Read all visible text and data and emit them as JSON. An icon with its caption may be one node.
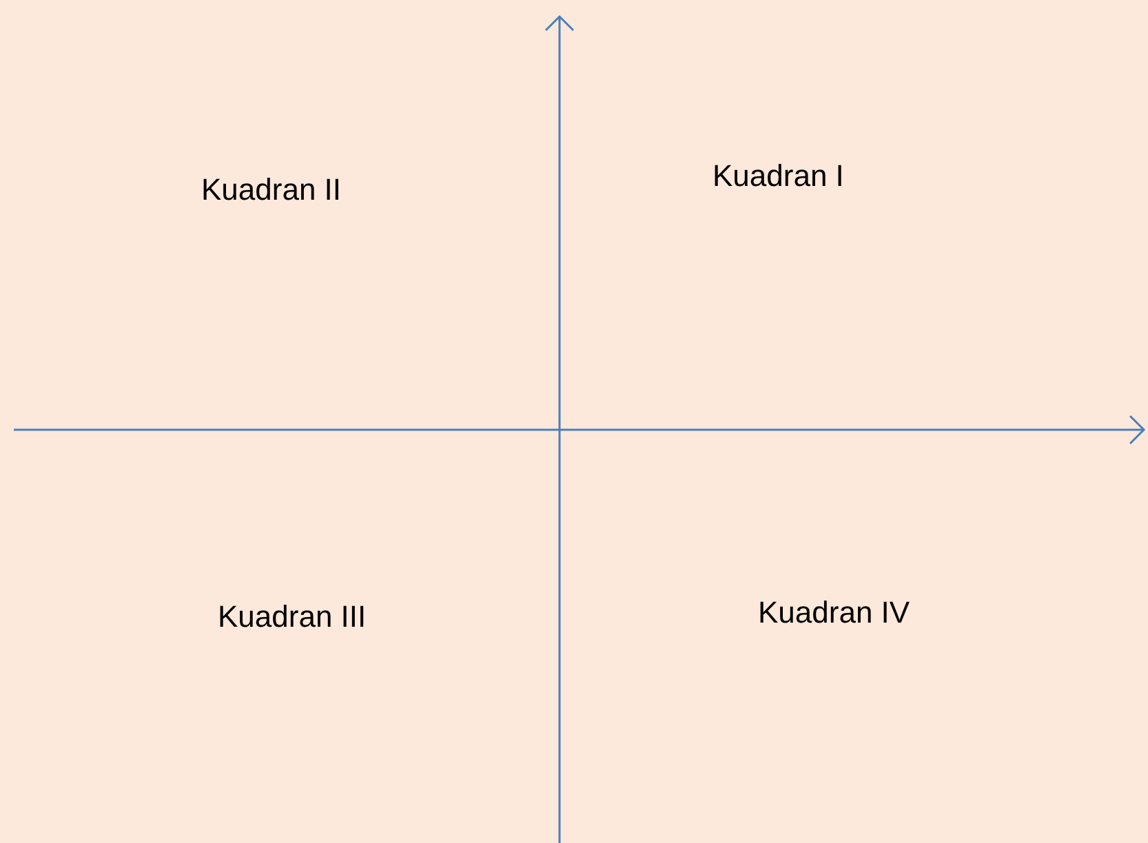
{
  "diagram": {
    "labels": [
      "Kuadran II",
      "Kuadran I",
      "Kuadran III",
      "Kuadran IV"
    ]
  }
}
